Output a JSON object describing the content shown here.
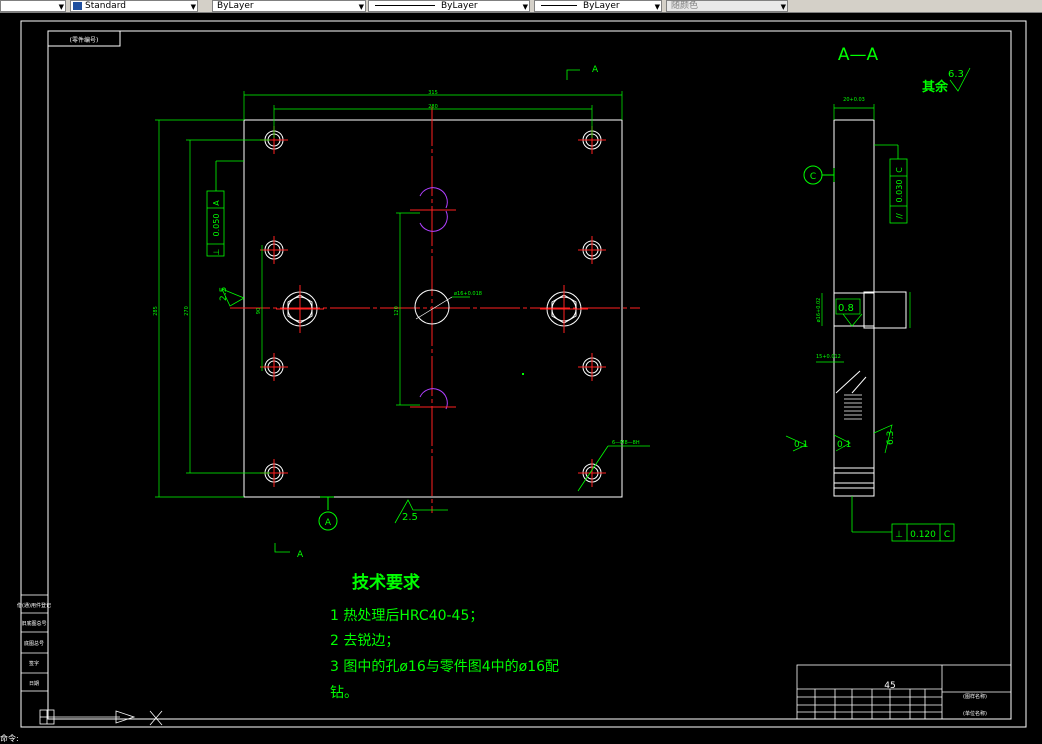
{
  "toolbar": {
    "text_style": "Standard",
    "layer": "ByLayer",
    "linetype": "ByLayer",
    "lineweight": "ByLayer",
    "color": "随颜色"
  },
  "drawing": {
    "corner_tag": "(零件编号)",
    "section_label": "A—A",
    "rough_other_label": "其余",
    "rough_other_value": "6.3",
    "section_mark": "A",
    "datum_a": "A",
    "datum_c": "C",
    "dim_315": "315",
    "dim_280": "280",
    "dim_285": "285",
    "dim_270": "270",
    "dim_120": "120",
    "dim_90": "90",
    "hole_tol": "ø16+0.018",
    "hole_callout": "6—M8—8H",
    "tol_perp_a_value": "0.050",
    "tol_par_c_value": "0.030",
    "tol_perp_c_value": "0.120",
    "rough_25": "2.5",
    "rough_08": "0.8",
    "rough_63": "6.3",
    "rough_01": "0.1",
    "side_dim_top": "20+0.03",
    "side_dim_mid": "ø16+0.02",
    "side_dim_small": "15+0.012"
  },
  "tech": {
    "title": "技术要求",
    "items": [
      "1  热处理后HRC40-45；",
      "2  去锐边；",
      "3   图中的孔ø16与零件图4中的ø16配",
      "钻。"
    ]
  },
  "titleblock": {
    "material": "45",
    "label_a": "(图样名称)",
    "label_b": "(单位名称)"
  },
  "left_labels": [
    "借(通)用件登记",
    "旧底图总号",
    "底图总号",
    "签字",
    "日期"
  ],
  "status_text": "命令:"
}
